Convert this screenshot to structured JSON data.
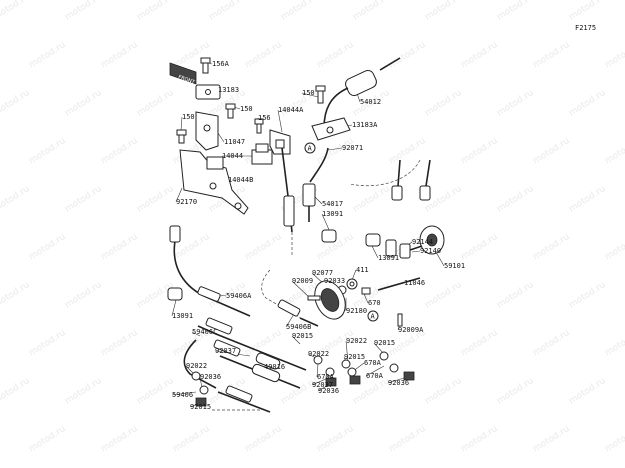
{
  "diagram": {
    "code": "F2175",
    "watermark": "motod.ru",
    "front_label": "FRONT",
    "callouts": [
      "A",
      "A"
    ],
    "labels": [
      "156A",
      "13183",
      "150",
      "150",
      "11047",
      "156",
      "14044A",
      "14044",
      "14044B",
      "92170",
      "150",
      "54012",
      "13183A",
      "92071",
      "54017",
      "13091",
      "13091",
      "92144",
      "92140",
      "59101",
      "411",
      "92077",
      "92009",
      "92033",
      "670",
      "11046",
      "92180",
      "92009A",
      "59406A",
      "59406B",
      "13091",
      "59406C",
      "92037",
      "49016",
      "92022",
      "92015",
      "670A",
      "92037",
      "92036",
      "92022",
      "92015",
      "670A",
      "92036",
      "92015",
      "670A",
      "92022",
      "92036",
      "59406",
      "92015"
    ]
  }
}
